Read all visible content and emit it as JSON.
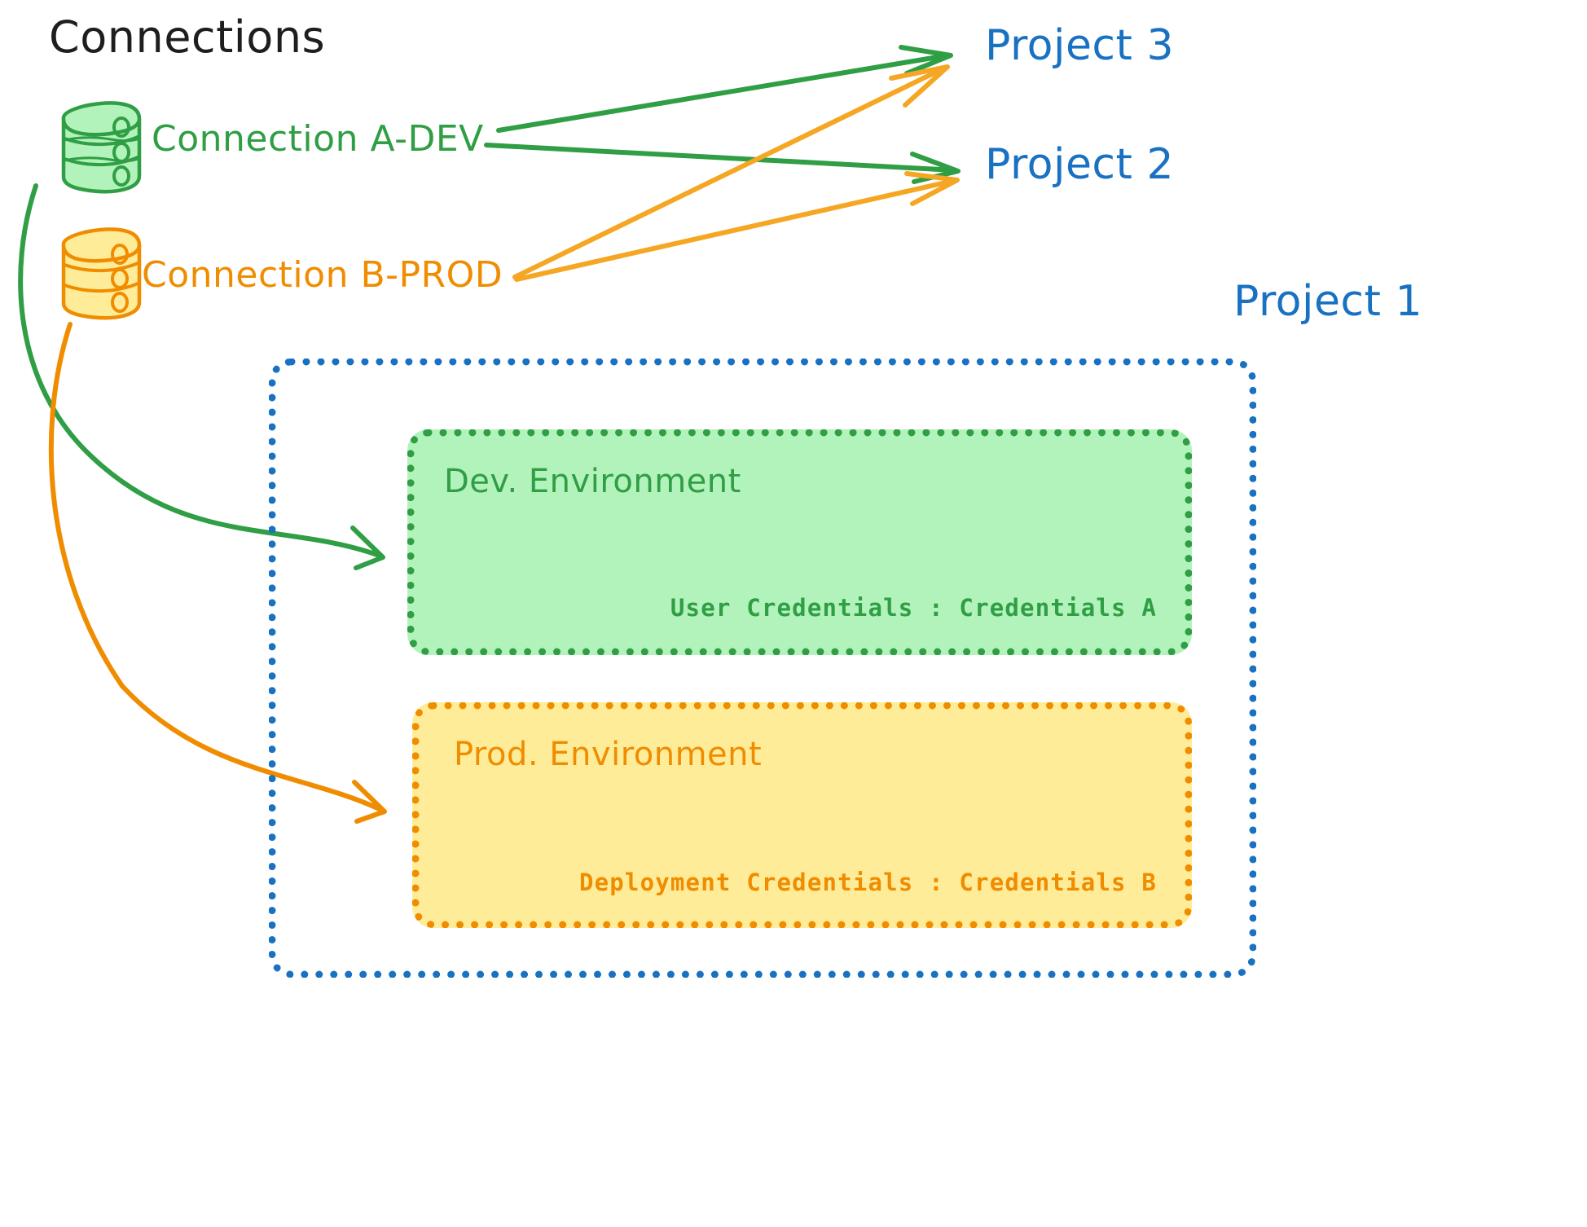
{
  "header": {
    "title": "Connections"
  },
  "connections": [
    {
      "id": "connection-a-dev",
      "label": "Connection A-DEV",
      "color": "#2f9e44",
      "fill": "#b2f2bb",
      "icon": "database-cylinder-icon"
    },
    {
      "id": "connection-b-prod",
      "label": "Connection B-PROD",
      "color": "#f08c00",
      "fill": "#ffec99",
      "icon": "database-cylinder-icon"
    }
  ],
  "projects": [
    {
      "id": "project-3",
      "label": "Project 3",
      "color": "#1971c2"
    },
    {
      "id": "project-2",
      "label": "Project 2",
      "color": "#1971c2"
    },
    {
      "id": "project-1",
      "label": "Project 1",
      "color": "#1971c2"
    }
  ],
  "project1": {
    "border_color": "#1971c2",
    "environments": [
      {
        "id": "dev-environment",
        "title": "Dev. Environment",
        "credentials_label": "User Credentials",
        "credentials_separator": ":",
        "credentials_value": "Credentials A",
        "credentials_line": "User Credentials : Credentials A",
        "fill": "#b2f2bb",
        "border_color": "#2f9e44",
        "text_color": "#2f9e44"
      },
      {
        "id": "prod-environment",
        "title": "Prod. Environment",
        "credentials_label": "Deployment Credentials",
        "credentials_separator": ":",
        "credentials_value": "Credentials B",
        "credentials_line": "Deployment Credentials : Credentials B",
        "fill": "#ffec99",
        "border_color": "#f08c00",
        "text_color": "#f08c00"
      }
    ]
  },
  "edges": [
    {
      "id": "edge-a-dev-to-project-3",
      "from": "connection-a-dev",
      "to": "project-3",
      "color": "#2f9e44"
    },
    {
      "id": "edge-a-dev-to-project-2",
      "from": "connection-a-dev",
      "to": "project-2",
      "color": "#2f9e44"
    },
    {
      "id": "edge-a-dev-to-dev-environment",
      "from": "connection-a-dev",
      "to": "dev-environment",
      "color": "#2f9e44"
    },
    {
      "id": "edge-b-prod-to-project-3",
      "from": "connection-b-prod",
      "to": "project-3",
      "color": "#f5a623"
    },
    {
      "id": "edge-b-prod-to-project-2",
      "from": "connection-b-prod",
      "to": "project-2",
      "color": "#f5a623"
    },
    {
      "id": "edge-b-prod-to-prod-environment",
      "from": "connection-b-prod",
      "to": "prod-environment",
      "color": "#f08c00"
    }
  ],
  "palette": {
    "green_stroke": "#2f9e44",
    "green_fill": "#b2f2bb",
    "orange_stroke": "#f08c00",
    "orange_arrow": "#f5a623",
    "orange_fill": "#ffec99",
    "blue": "#1971c2",
    "black": "#1e1e1e",
    "background": "#ffffff"
  }
}
